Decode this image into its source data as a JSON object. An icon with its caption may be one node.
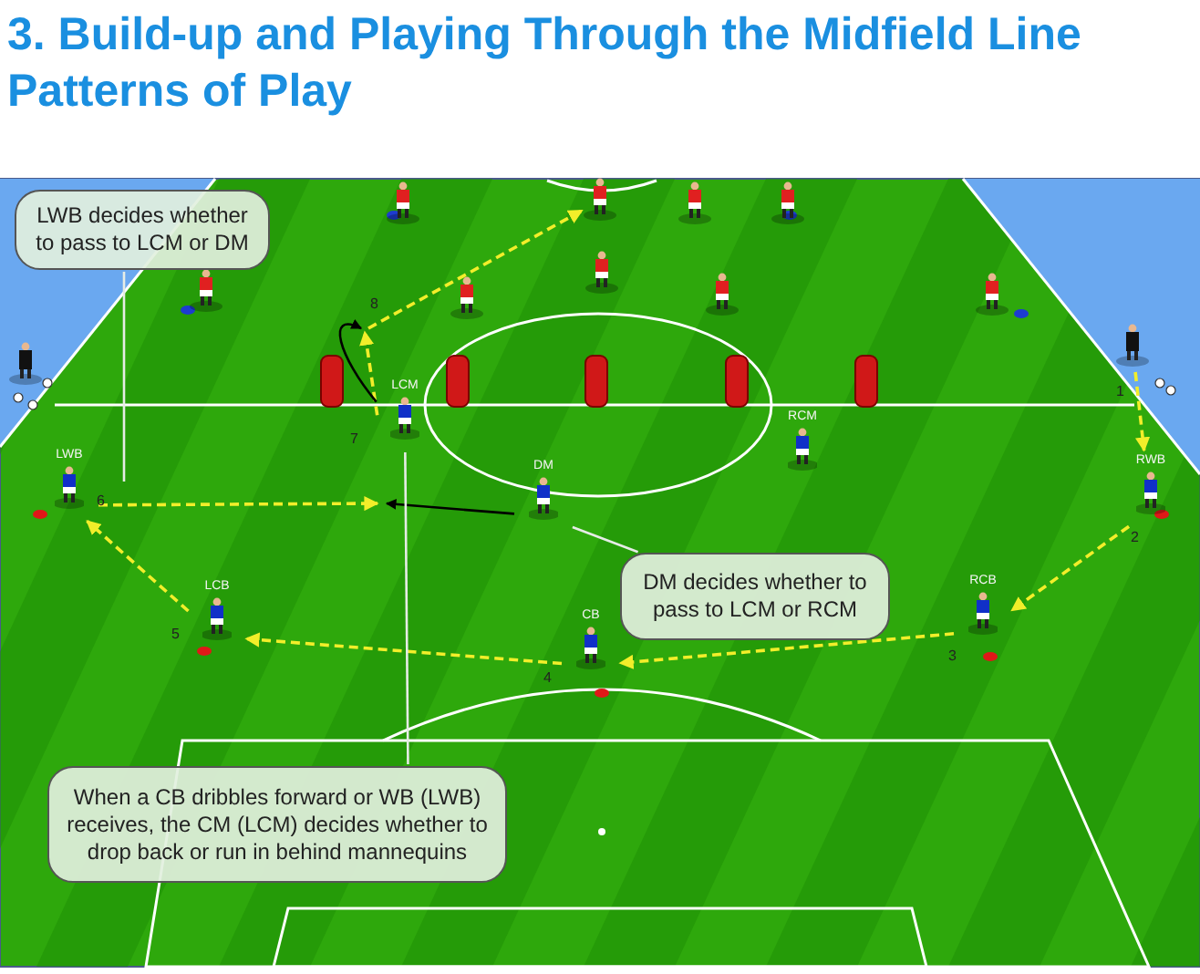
{
  "diagram": {
    "title": "3. Build-up and Playing Through the Midfield Line Patterns of Play",
    "nodes": [
      {
        "text": [
          "LWB"
        ]
      },
      {
        "text": [
          "LCB"
        ]
      },
      {
        "text": [
          "CB"
        ]
      },
      {
        "text": [
          "RCB"
        ]
      },
      {
        "text": [
          "RWB"
        ]
      },
      {
        "text": [
          "DM"
        ]
      },
      {
        "text": [
          "LCM"
        ]
      },
      {
        "text": [
          "RCM"
        ]
      },
      {
        "text": [],
        "shape": "person"
      },
      {
        "text": [],
        "shape": "person"
      },
      {
        "text": [
          "LWB decides whether to pass to LCM or DM"
        ]
      },
      {
        "text": [
          "DM decides whether to pass to LCM or RCM"
        ]
      },
      {
        "text": [
          "When a CB dribbles forward or WB (LWB) receives, the CM (LCM) decides whether to drop back or run in behind mannequins"
        ]
      }
    ],
    "edges": [
      {
        "from": 8,
        "to": 4,
        "arrow": "to",
        "label": "1",
        "style": "dashed",
        "color": "#f2ee2a"
      },
      {
        "from": 4,
        "to": 3,
        "arrow": "to",
        "label": "2",
        "style": "dashed",
        "color": "#f2ee2a"
      },
      {
        "from": 3,
        "to": 2,
        "arrow": "to",
        "label": "3",
        "style": "dashed",
        "color": "#f2ee2a"
      },
      {
        "from": 2,
        "to": 1,
        "arrow": "to",
        "label": "4",
        "style": "dashed",
        "color": "#f2ee2a"
      },
      {
        "from": 1,
        "to": 0,
        "arrow": "to",
        "label": "5",
        "style": "dashed",
        "color": "#f2ee2a"
      },
      {
        "from": 0,
        "to": null,
        "arrow": "to",
        "label": "6",
        "style": "dashed",
        "color": "#f2ee2a"
      },
      {
        "from": 6,
        "to": null,
        "arrow": "to",
        "label": "7",
        "style": "dashed",
        "color": "#f2ee2a"
      },
      {
        "from": null,
        "to": 9,
        "arrow": "to",
        "label": "8",
        "style": "dashed",
        "color": "#f2ee2a"
      },
      {
        "from": 6,
        "to": null,
        "arrow": "to",
        "color": "#000000"
      },
      {
        "from": 5,
        "to": null,
        "arrow": "to",
        "color": "#000000"
      },
      {
        "from": 10,
        "to": null,
        "arrow": "none",
        "color": "#e6ece6"
      },
      {
        "from": 11,
        "to": 5,
        "arrow": "none",
        "color": "#e6ece6"
      },
      {
        "from": 12,
        "to": 6,
        "arrow": "none",
        "color": "#e6ece6"
      }
    ]
  }
}
